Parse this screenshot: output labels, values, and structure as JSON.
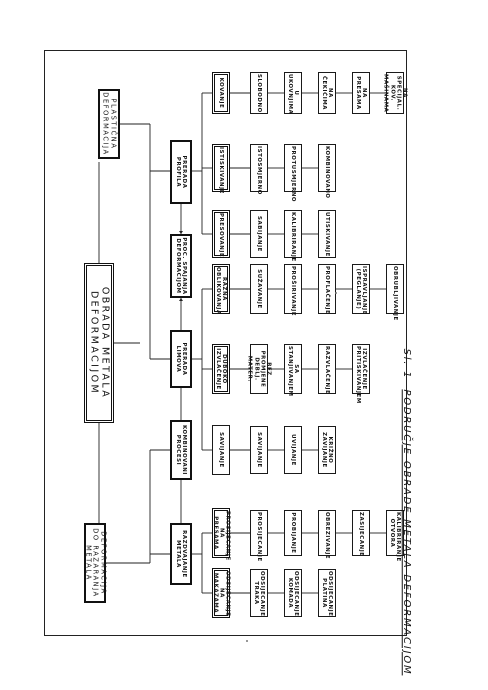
{
  "root": "OBRADA METALA DEFORMACIJOM",
  "left_head": "DEFORMACIJA DO RAZARANJA METALA",
  "right_head": "PLASTIČNA DEFORMACIJA",
  "level2": {
    "razdvajanje": "RAZDVAJANJE METALA",
    "kombinovani": "KOMBINOVANI PROCESI",
    "limova": "PRERADA LIMOVA",
    "proc_spajanja": "PROC. SPAJANJA DEFORMACIJOM",
    "profila": "PRERADA PROFILA"
  },
  "level3": {
    "odsijecanje_makazama": "ODSIJECANJE NA MAKAZAMA",
    "prosijecanje_presama": "PROSIJECANJE NA PRESAMA",
    "savijanje": "SAVIJANJE",
    "duboko": "DUBOKO IZVLAČENJE",
    "razna": "RAZNA OBLIKOVANJA",
    "presovanje": "PRESOVANJE",
    "istiskivanje": "ISTISKIVANJE",
    "kovanje": "KOVANJE"
  },
  "cols": {
    "makazama": [
      "ODSIJECANJE TRAKA",
      "ODSIJECANJE KOMADA",
      "ODSIJECANJE PLATINA"
    ],
    "presama": [
      "PROSIJECANJE",
      "PROBIJANJE",
      "OBREZIVANJE",
      "ZASIJECANJE",
      "KALIBRIRANJE OTVORA"
    ],
    "savijanje": [
      "SAVIJANJE",
      "UVIJANJE",
      "KRIŽNO ZAVIJANJE"
    ],
    "duboko": [
      "BEZ PROMJENE DEBLJ. MATER.",
      "SA STANJIVANJEM",
      "RAZVLAČENJE",
      "IZVLAČENJE PRITISKIVANJEM"
    ],
    "razna": [
      "SUŽAVANJE",
      "PROŠIRIVANJE",
      "PROFLAČENJE",
      "ISPRAVLJANJE (PEGLANJE)",
      "OBRUBLJIVANJE"
    ],
    "presovanje": [
      "SABIJANJE",
      "KALIBRIRANJE",
      "UTISKIVANJE"
    ],
    "istiskivanje": [
      "ISTOSMJERNO",
      "PROTUSMJERNO",
      "KOMBINOVANO"
    ],
    "kovanje": [
      "SLOBODNO",
      "U UKOVNJIMA",
      "NA ČEKIĆIMA",
      "NA PRESAMA",
      "NA SPECIJAL. KOV. MAŠINAMA"
    ]
  },
  "caption_prefix": "Sl. 1",
  "caption_text": "PODRUČJE OBRADE METALA DEFORMACIJOM"
}
